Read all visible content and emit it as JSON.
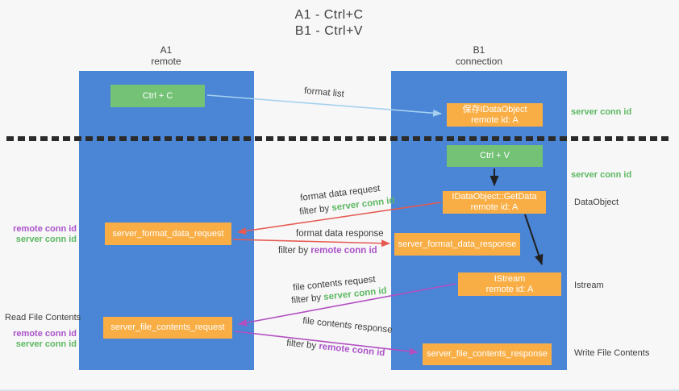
{
  "title": {
    "line1": "A1 - Ctrl+C",
    "line2": "B1 - Ctrl+V"
  },
  "columns": {
    "left": {
      "id": "A1",
      "subtitle": "remote"
    },
    "right": {
      "id": "B1",
      "subtitle": "connection"
    }
  },
  "nodes": {
    "ctrl_c": "Ctrl + C",
    "ctrl_v": "Ctrl + V",
    "save_dataobject": {
      "line1": "保存IDataObject",
      "line2": "remote id: A"
    },
    "getdata": {
      "line1": "IDataObject::GetData",
      "line2": "remote id: A"
    },
    "istream": {
      "line1": "IStream",
      "line2": "remote id: A"
    },
    "format_request": "server_format_data_request",
    "format_response": "server_format_data_response",
    "file_request": "server_file_contents_request",
    "file_response": "server_file_contents_response"
  },
  "arrow_labels": {
    "format_list": "format list",
    "format_data_request": "format data request",
    "format_data_response": "format data response",
    "file_contents_request": "file contents request",
    "file_contents_response": "file contents response",
    "filter_by": "filter by ",
    "server_conn_id": "server conn id",
    "remote_conn_id": "remote conn id"
  },
  "side_labels": {
    "left_remote_conn_id": "remote conn id",
    "left_server_conn_id": "server conn id",
    "read_file_contents": "Read File Contents",
    "right_server_conn_id_top": "server conn id",
    "right_server_conn_id_mid": "server conn id",
    "dataobject": "DataObject",
    "istream": "Istream",
    "write_file_contents": "Write File Contents"
  },
  "colors": {
    "lane_blue": "#4a85d6",
    "box_orange": "#f9ae45",
    "box_green": "#74c276",
    "arrow_red": "#e55b52",
    "arrow_purple": "#b24fc0",
    "arrow_light_blue": "#a5d1ef",
    "arrow_black": "#202020",
    "text_green": "#5cb860",
    "text_purple": "#ab53c8",
    "background": "#f7f7f8"
  }
}
